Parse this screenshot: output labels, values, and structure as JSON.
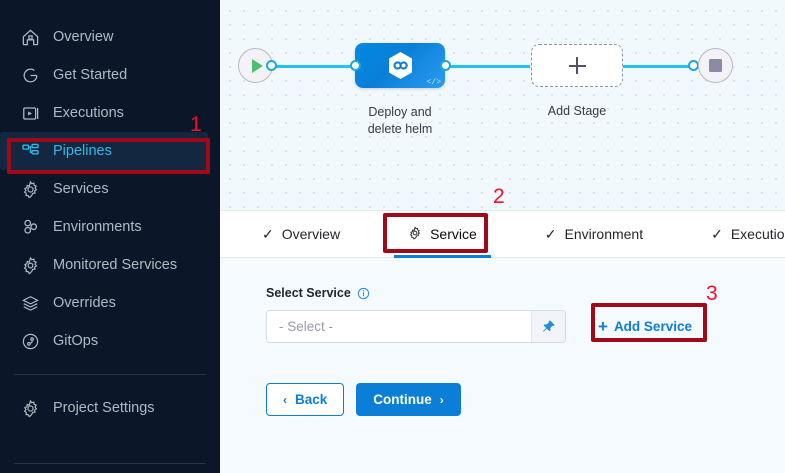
{
  "sidebar": {
    "items": [
      {
        "label": "Overview",
        "icon": "home-icon",
        "active": false
      },
      {
        "label": "Get Started",
        "icon": "rocket-start-icon",
        "active": false
      },
      {
        "label": "Executions",
        "icon": "execution-play-box-icon",
        "active": false
      },
      {
        "label": "Pipelines",
        "icon": "pipeline-nodes-icon",
        "active": true
      },
      {
        "label": "Services",
        "icon": "gear-icon",
        "active": false
      },
      {
        "label": "Environments",
        "icon": "environments-circles-icon",
        "active": false
      },
      {
        "label": "Monitored Services",
        "icon": "monitored-gear-icon",
        "active": false
      },
      {
        "label": "Overrides",
        "icon": "layers-icon",
        "active": false
      },
      {
        "label": "GitOps",
        "icon": "gitops-icon",
        "active": false
      }
    ],
    "settings": {
      "label": "Project Settings",
      "icon": "gear-icon"
    }
  },
  "canvas": {
    "start_node": {
      "name": "pipeline-start-node",
      "icon": "play-icon"
    },
    "stage": {
      "label_line1": "Deploy and",
      "label_line2": "delete helm",
      "icon": "harness-cd-hexagon-icon",
      "code_badge": "</>"
    },
    "add_stage": {
      "label": "Add Stage",
      "icon": "plus-icon"
    },
    "end_node": {
      "name": "pipeline-end-node",
      "icon": "stop-icon"
    }
  },
  "tabs": [
    {
      "label": "Overview",
      "icon": "check-icon",
      "active": false
    },
    {
      "label": "Service",
      "icon": "gear-icon",
      "active": true
    },
    {
      "label": "Environment",
      "icon": "check-icon",
      "active": false
    },
    {
      "label": "Execution",
      "icon": "check-icon",
      "active": false
    }
  ],
  "form": {
    "select_service_label": "Select Service",
    "info_icon": "info-icon",
    "select_placeholder": "- Select -",
    "pin_icon": "pin-icon",
    "add_service_plus": "+",
    "add_service_label": "Add Service",
    "back_chevron": "‹",
    "back_label": "Back",
    "continue_label": "Continue",
    "continue_chevron": "›"
  },
  "annotations": [
    {
      "number": "1",
      "target": "sidebar-item-pipelines"
    },
    {
      "number": "2",
      "target": "tab-service"
    },
    {
      "number": "3",
      "target": "add-service-button"
    }
  ],
  "colors": {
    "sidebar_bg": "#0b1628",
    "accent_blue": "#0b7ed8",
    "active_nav_text": "#33b8ec",
    "annotation_box": "#a00a18",
    "annotation_number": "#f50f28",
    "edge_cyan": "#22c3ef"
  }
}
